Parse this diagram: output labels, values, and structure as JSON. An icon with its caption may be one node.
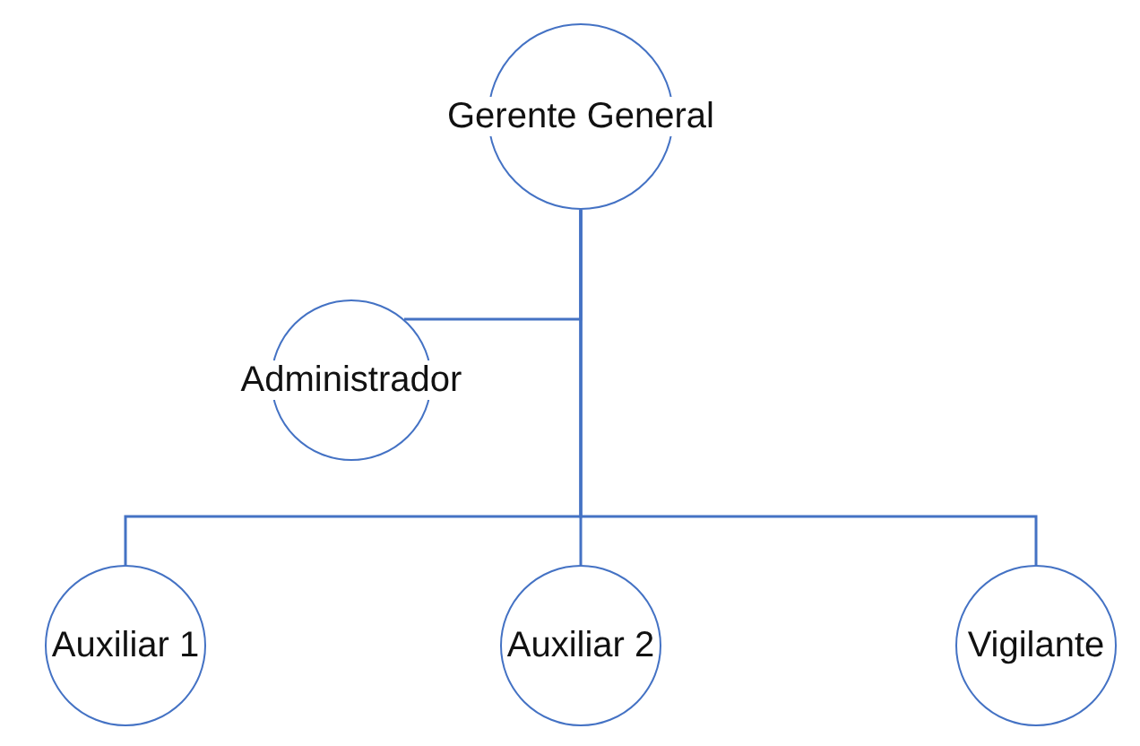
{
  "diagram": {
    "nodes": [
      {
        "text": [
          "Gerente General"
        ]
      },
      {
        "text": [
          "Administrador"
        ]
      },
      {
        "text": [
          "Auxiliar 1"
        ]
      },
      {
        "text": [
          "Auxiliar 2"
        ]
      },
      {
        "text": [
          "Vigilante"
        ]
      }
    ],
    "edges": [
      {
        "from": 0,
        "to": 1,
        "arrow": "none"
      },
      {
        "from": 0,
        "to": 2,
        "arrow": "none"
      },
      {
        "from": 0,
        "to": 3,
        "arrow": "none"
      },
      {
        "from": 0,
        "to": 4,
        "arrow": "none"
      }
    ]
  }
}
